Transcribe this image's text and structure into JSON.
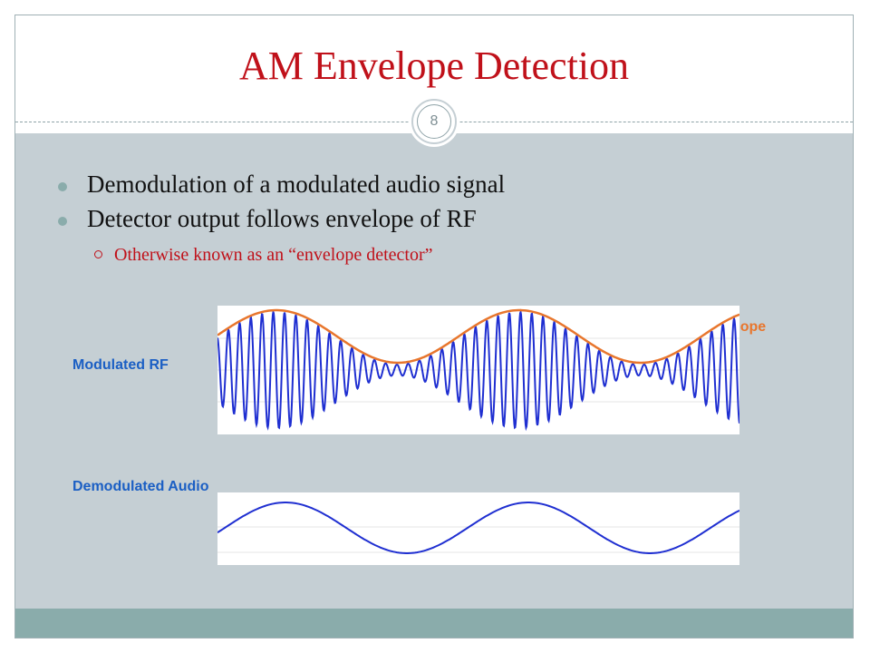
{
  "slide": {
    "title": "AM Envelope Detection",
    "number": "8"
  },
  "bullets": [
    {
      "text": "Demodulation of a modulated audio signal",
      "level": 1
    },
    {
      "text": "Detector output follows envelope of RF",
      "level": 1
    },
    {
      "text": "Otherwise known as an “envelope detector”",
      "level": 2
    }
  ],
  "diagram": {
    "rf_label": "Modulated RF",
    "envelope_label": "Envelope",
    "audio_label": "Demodulated Audio"
  },
  "colors": {
    "title": "#c0111a",
    "sub_bullet": "#c0111a",
    "label_blue": "#1b5fc4",
    "envelope_orange": "#e8762d",
    "signal_blue": "#1f2fd1"
  }
}
